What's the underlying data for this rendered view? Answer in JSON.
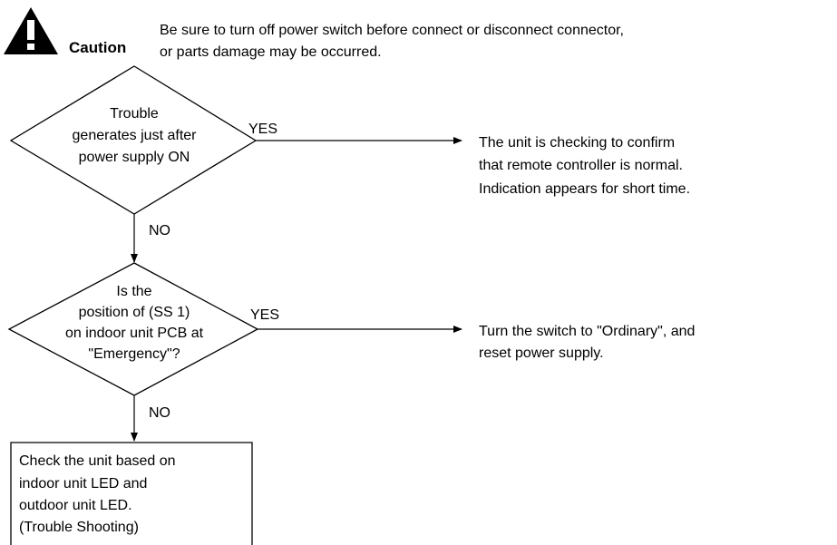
{
  "caution": {
    "label": "Caution",
    "icon": "warning-triangle-icon",
    "message_lines": [
      "Be sure to turn off power switch before connect or disconnect connector,",
      "or parts damage may be occurred."
    ]
  },
  "decisions": [
    {
      "lines": [
        "Trouble",
        "generates just after",
        "power supply ON"
      ],
      "yes_label": "YES",
      "yes_result_lines": [
        "The unit is checking to confirm",
        "that remote controller is normal.",
        "Indication appears for short time."
      ],
      "no_label": "NO"
    },
    {
      "lines": [
        "Is the",
        "position of (SS 1)",
        "on indoor unit PCB at",
        "\"Emergency\"?"
      ],
      "yes_label": "YES",
      "yes_result_lines": [
        "Turn the switch to \"Ordinary\", and",
        "reset power supply."
      ],
      "no_label": "NO"
    }
  ],
  "final_box": {
    "lines": [
      "Check the unit based on",
      "indoor unit LED and",
      "outdoor unit LED.",
      "(Trouble Shooting)"
    ]
  }
}
